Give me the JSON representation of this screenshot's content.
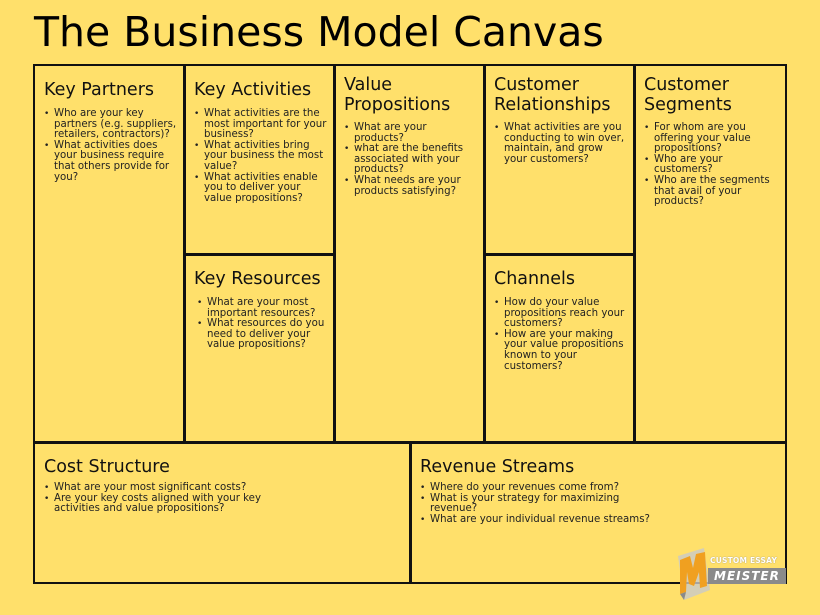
{
  "title": "The Business Model Canvas",
  "blocks": {
    "key_partners": {
      "heading": "Key Partners",
      "items": [
        "Who are your key partners (e.g. suppliers, retailers, contractors)?",
        "What activities does your business require that others provide for you?"
      ]
    },
    "key_activities": {
      "heading": "Key Activities",
      "items": [
        "What activities are the most important for your business?",
        "What activities bring your business the most value?",
        "What activities enable you to deliver your value propositions?"
      ]
    },
    "key_resources": {
      "heading": "Key Resources",
      "items": [
        "What are your most important resources?",
        "What resources do you need to deliver your value propositions?"
      ]
    },
    "value_propositions": {
      "heading": "Value Propositions",
      "items": [
        "What are your products?",
        "what are the benefits associated with your products?",
        "What needs are your products satisfying?"
      ]
    },
    "customer_relationships": {
      "heading": "Customer Relationships",
      "items": [
        "What activities are you conducting to win over, maintain, and grow your customers?"
      ]
    },
    "channels": {
      "heading": "Channels",
      "items": [
        "How do your value propositions reach your customers?",
        "How are your making your value propositions known to your customers?"
      ]
    },
    "customer_segments": {
      "heading": "Customer Segments",
      "items": [
        "For whom are you offering your value propositions?",
        "Who are your customers?",
        "Who are the segments that avail of your products?"
      ]
    },
    "cost_structure": {
      "heading": "Cost Structure",
      "items": [
        "What are your most significant costs?",
        "Are your key costs aligned with your key activities and value propositions?"
      ]
    },
    "revenue_streams": {
      "heading": "Revenue Streams",
      "items": [
        "Where do your revenues come from?",
        "What is your strategy for maximizing revenue?",
        "What are your individual revenue streams?"
      ]
    }
  },
  "logo": {
    "line1": "CUSTOM ESSAY",
    "line2": "MEISTER"
  },
  "colors": {
    "background": "#FFE06B",
    "border": "#111111"
  }
}
